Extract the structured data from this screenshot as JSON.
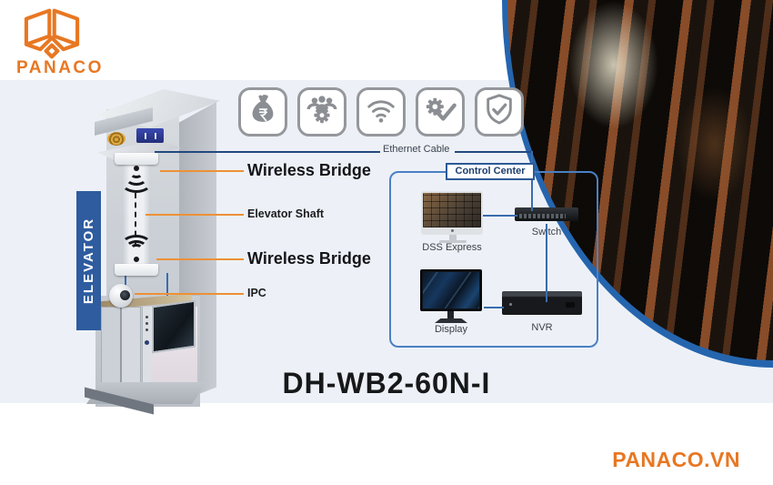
{
  "brand": {
    "name": "PANACO",
    "website": "PANACO.VN"
  },
  "product": {
    "model": "DH-WB2-60N-I"
  },
  "feature_icons": [
    {
      "icon": "money-bag-rupee-icon"
    },
    {
      "icon": "team-gear-icon"
    },
    {
      "icon": "wifi-icon"
    },
    {
      "icon": "gear-check-icon"
    },
    {
      "icon": "shield-check-icon"
    }
  ],
  "elevator": {
    "banner": "ELEVATOR"
  },
  "callouts": {
    "ethernet_cable": "Ethernet Cable",
    "wireless_bridge_top": "Wireless Bridge",
    "elevator_shaft": "Elevator Shaft",
    "wireless_bridge_bottom": "Wireless Bridge",
    "ipc": "IPC"
  },
  "control_center": {
    "title": "Control Center",
    "devices": [
      {
        "label": "DSS Express"
      },
      {
        "label": "Switch"
      },
      {
        "label": "Display"
      },
      {
        "label": "NVR"
      }
    ]
  },
  "colors": {
    "brand_orange": "#e87722",
    "callout_orange": "#ec9136",
    "line_navy": "#24497e",
    "diagram_blue": "#3a6cae",
    "banner_blue": "#2e5c9f",
    "background_band": "#edf1f7"
  }
}
